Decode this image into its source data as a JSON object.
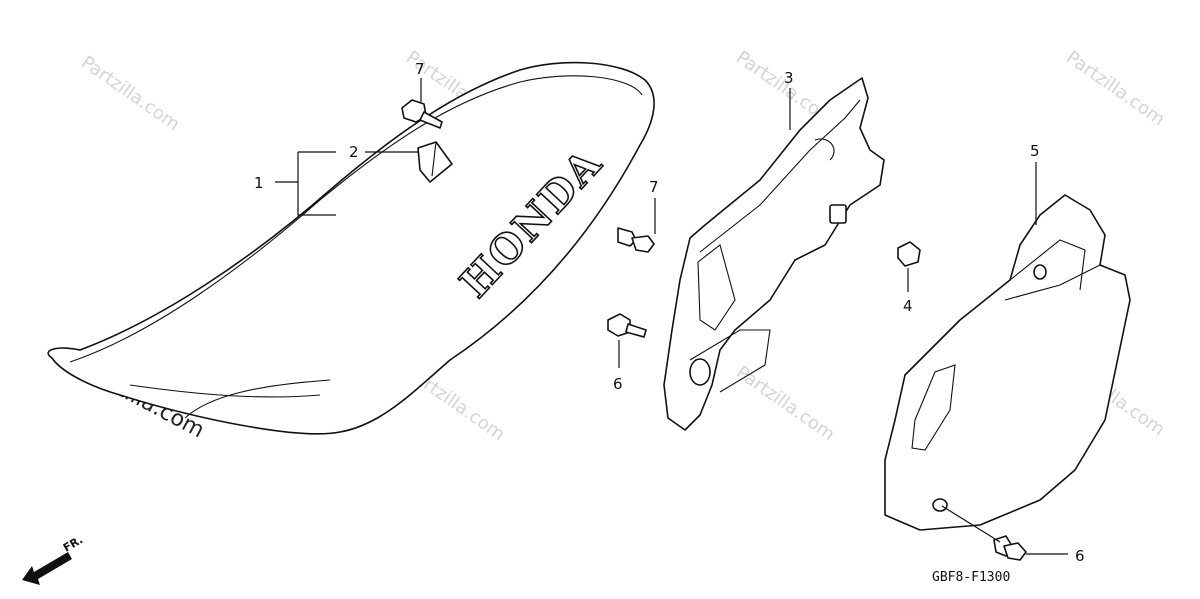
{
  "diagram": {
    "code": "GBF8-F1300",
    "brand_mark": "HONDA",
    "direction_label": "FR.",
    "watermark": "Partzilla.com",
    "watermark_lower": "Partzilla.com",
    "callouts": {
      "c1": "1",
      "c2": "2",
      "c3": "3",
      "c4": "4",
      "c5": "5",
      "c6a": "6",
      "c6b": "6",
      "c7a": "7",
      "c7b": "7"
    }
  }
}
